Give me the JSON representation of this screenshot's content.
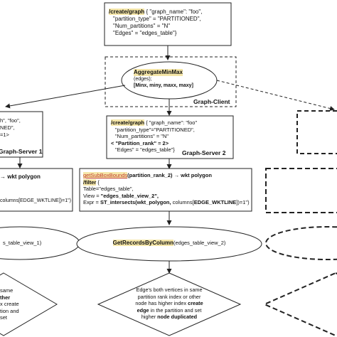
{
  "top_box": {
    "line1_cmd": "/create/graph",
    "line1_rest": " { \"graph_name\": \"foo\",",
    "line2": "\"partition_type\" = \"PARTITIONED\",",
    "line3": "\"Num_partitions\" = \"N\"",
    "line4": "\"Edges\" = \"edges_table\"}"
  },
  "aggregate": {
    "title": "AggregateMinMax",
    "line1": "(edges);",
    "line2": "[Minx, miny, maxx, maxy]",
    "cluster_label": "Graph-Client"
  },
  "left_server": {
    "line1": "h\", \"foo\",",
    "line2": "NED\",",
    "line3": "=1>",
    "label": "Graph-Server 1"
  },
  "mid_server": {
    "cmd": "/create/graph",
    "line1_rest": " { \"graph_name\": \"foo\"",
    "line2": "\"partition_type\"=\"PARTITIONED\",",
    "line3": "\"Num_partitions\" = \"N\"",
    "line4": "< \"Partition_rank\" = 2>",
    "line5": "\"Edges\" = \"edges_table\"}",
    "label": "Graph-Server 2"
  },
  "left_query": {
    "line1": "→ wkt  polygon",
    "line2": "columns[EDGE_WKTLINE])=1\")"
  },
  "mid_query": {
    "fn": "getSubBoxBounds",
    "fn_args": "(partition_rank_2) → wkt  polygon",
    "filter": "/filter",
    "filter_rest": " {",
    "table": "Table=\"edges_table\",",
    "view_prefix": "View = ",
    "view_value": "\"edges_table_view_2\",",
    "expr_prefix": "Expr = ",
    "expr_value": "ST_intersects(wkt_polygon,",
    "expr_tail_pre": " columns[",
    "expr_tail_bold": "EDGE_WKTLINE",
    "expr_tail_post": "])=1\")"
  },
  "left_ellipse": {
    "text": "s_table_view_1)"
  },
  "mid_ellipse": {
    "fn": "GetRecordsByColumn",
    "arg": "(edges_table_view_2)"
  },
  "left_diamond": {
    "lines": [
      "same",
      "ther",
      "x create",
      "tion  and",
      "set"
    ]
  },
  "mid_diamond": {
    "line1": "Edge's both vertices in same",
    "line2": "partition rank index or other",
    "line3_pre": "node has higher index ",
    "line3_bold": "create",
    "line4_bold": "edge",
    "line4_post": " in the partition and  set",
    "line5_pre": "higher ",
    "line5_bold": "node duplicated"
  },
  "colors": {
    "highlight": "#f5e6a8",
    "accent_red": "#c0392b",
    "stroke": "#222222"
  }
}
